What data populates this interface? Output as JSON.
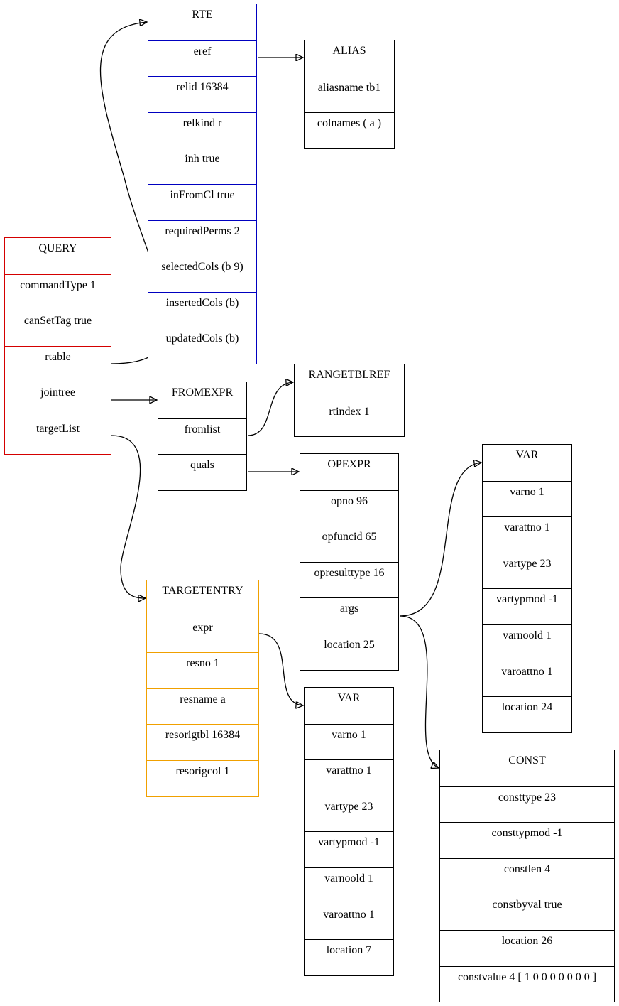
{
  "query": {
    "title": "QUERY",
    "fields": [
      "commandType 1",
      "canSetTag true",
      "rtable",
      "jointree",
      "targetList"
    ]
  },
  "rte": {
    "title": "RTE",
    "fields": [
      "eref",
      "relid 16384",
      "relkind r",
      "inh true",
      "inFromCl true",
      "requiredPerms 2",
      "selectedCols (b 9)",
      "insertedCols (b)",
      "updatedCols (b)"
    ]
  },
  "alias": {
    "title": "ALIAS",
    "fields": [
      "aliasname tb1",
      "colnames ( a )"
    ]
  },
  "fromexpr": {
    "title": "FROMEXPR",
    "fields": [
      "fromlist",
      "quals"
    ]
  },
  "rangetblref": {
    "title": "RANGETBLREF",
    "fields": [
      "rtindex 1"
    ]
  },
  "opexpr": {
    "title": "OPEXPR",
    "fields": [
      "opno 96",
      "opfuncid 65",
      "opresulttype 16",
      "args",
      "location 25"
    ]
  },
  "var_args": {
    "title": "VAR",
    "fields": [
      "varno 1",
      "varattno 1",
      "vartype 23",
      "vartypmod -1",
      "varnoold 1",
      "varoattno 1",
      "location 24"
    ]
  },
  "targetentry": {
    "title": "TARGETENTRY",
    "fields": [
      "expr",
      "resno 1",
      "resname a",
      "resorigtbl 16384",
      "resorigcol 1"
    ]
  },
  "var_expr": {
    "title": "VAR",
    "fields": [
      "varno 1",
      "varattno 1",
      "vartype 23",
      "vartypmod -1",
      "varnoold 1",
      "varoattno 1",
      "location 7"
    ]
  },
  "const": {
    "title": "CONST",
    "fields": [
      "consttype 23",
      "consttypmod -1",
      "constlen 4",
      "constbyval true",
      "location 26",
      "constvalue 4 [ 1 0 0 0 0 0 0 0 ]"
    ]
  }
}
